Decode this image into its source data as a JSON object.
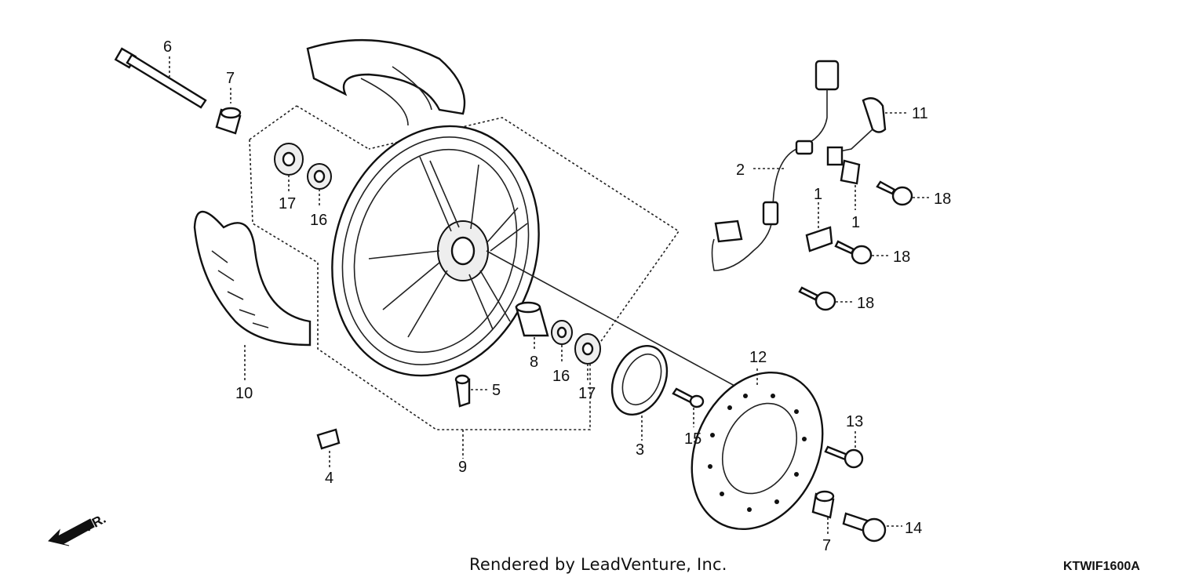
{
  "footer": {
    "rendered_by": "Rendered by LeadVenture, Inc.",
    "diagram_code": "KTWIF1600A"
  },
  "direction": {
    "label": "FR."
  },
  "callouts": {
    "c1a": "1",
    "c1b": "1",
    "c2": "2",
    "c3": "3",
    "c4": "4",
    "c5": "5",
    "c6": "6",
    "c7a": "7",
    "c7b": "7",
    "c8": "8",
    "c9": "9",
    "c10": "10",
    "c11": "11",
    "c12": "12",
    "c13": "13",
    "c14": "14",
    "c15": "15",
    "c16a": "16",
    "c16b": "16",
    "c17a": "17",
    "c17b": "17",
    "c18a": "18",
    "c18b": "18",
    "c18c": "18"
  }
}
